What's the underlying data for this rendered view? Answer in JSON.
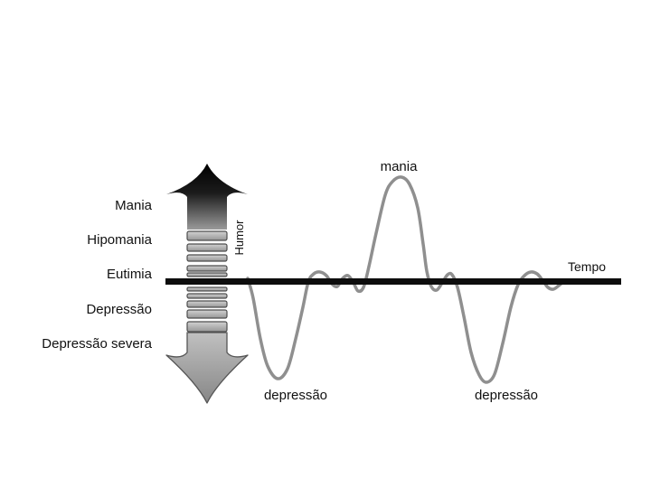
{
  "scale_labels": [
    "Mania",
    "Hipomania",
    "Eutimia",
    "Depressão",
    "Depressão severa"
  ],
  "axis": {
    "vertical_label": "Humor",
    "horizontal_label": "Tempo"
  },
  "annotations": {
    "peak": "mania",
    "trough1": "depressão",
    "trough2": "depressão"
  },
  "colors": {
    "background": "#ffffff",
    "timeline": "#0d0d0d",
    "curve": "#8f8f8f",
    "arrow_dark": "#0a0a0a",
    "arrow_gray": "#9a9a9a"
  },
  "curve": {
    "color": "#8f8f8f",
    "width": 3.5,
    "points": [
      [
        274,
        308
      ],
      [
        280,
        330
      ],
      [
        288,
        375
      ],
      [
        296,
        405
      ],
      [
        307,
        419
      ],
      [
        318,
        408
      ],
      [
        327,
        375
      ],
      [
        335,
        340
      ],
      [
        341,
        312
      ],
      [
        347,
        303
      ],
      [
        354,
        301
      ],
      [
        361,
        305
      ],
      [
        367,
        314
      ],
      [
        373,
        317
      ],
      [
        379,
        308
      ],
      [
        385,
        305
      ],
      [
        391,
        313
      ],
      [
        396,
        322
      ],
      [
        402,
        318
      ],
      [
        408,
        295
      ],
      [
        416,
        258
      ],
      [
        426,
        216
      ],
      [
        434,
        201
      ],
      [
        444,
        196
      ],
      [
        453,
        204
      ],
      [
        462,
        230
      ],
      [
        468,
        270
      ],
      [
        472,
        300
      ],
      [
        477,
        317
      ],
      [
        483,
        321
      ],
      [
        489,
        313
      ],
      [
        495,
        304
      ],
      [
        500,
        304
      ],
      [
        506,
        318
      ],
      [
        513,
        350
      ],
      [
        521,
        390
      ],
      [
        530,
        415
      ],
      [
        538,
        423
      ],
      [
        547,
        414
      ],
      [
        556,
        380
      ],
      [
        565,
        340
      ],
      [
        573,
        315
      ],
      [
        580,
        305
      ],
      [
        587,
        301
      ],
      [
        594,
        303
      ],
      [
        600,
        310
      ],
      [
        606,
        318
      ],
      [
        612,
        320
      ],
      [
        618,
        316
      ],
      [
        624,
        311
      ]
    ]
  }
}
